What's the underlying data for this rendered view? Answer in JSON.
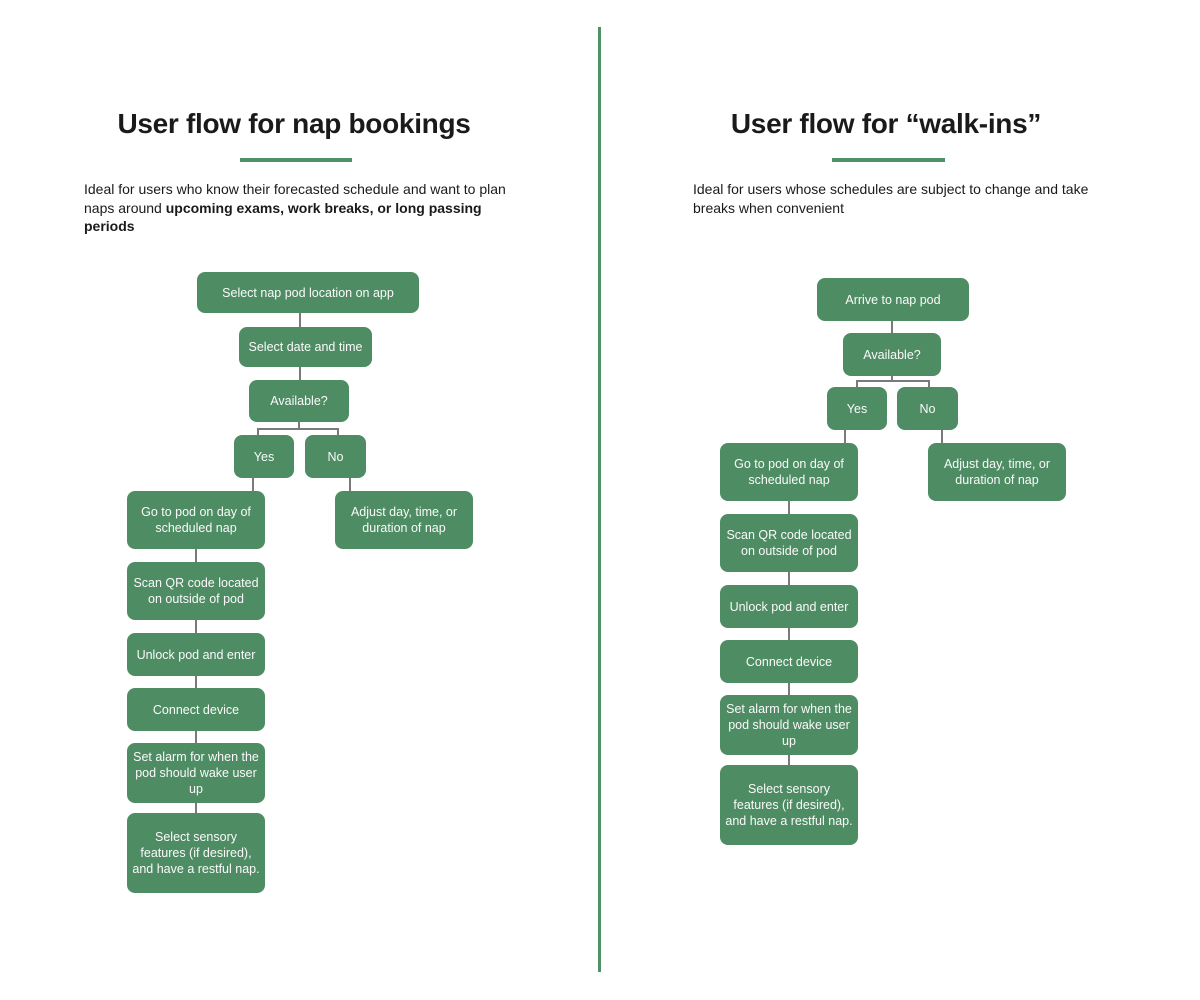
{
  "colors": {
    "node_green": "#4E8C63",
    "accent_green": "#4F9166",
    "connector_gray": "#7A7A7A",
    "node_text": "#FAFAFA",
    "heading_text": "#1A1A1A",
    "background": "#FFFFFF"
  },
  "left_flow": {
    "title": "User flow for nap bookings",
    "subtitle": {
      "normal": "Ideal for users who know their forecasted schedule and want to plan naps around ",
      "bold": "upcoming exams, work breaks, or long passing periods"
    },
    "nodes": [
      {
        "id": "select-location",
        "label": "Select nap pod location on app"
      },
      {
        "id": "select-datetime",
        "label": "Select date and time"
      },
      {
        "id": "available",
        "label": "Available?"
      },
      {
        "id": "yes",
        "label": "Yes"
      },
      {
        "id": "no",
        "label": "No"
      },
      {
        "id": "go-to-pod",
        "label": "Go to pod on day of scheduled nap"
      },
      {
        "id": "adjust",
        "label": "Adjust day, time, or duration of nap"
      },
      {
        "id": "scan-qr",
        "label": "Scan QR code located on outside of pod"
      },
      {
        "id": "unlock",
        "label": "Unlock pod and enter"
      },
      {
        "id": "connect",
        "label": "Connect device"
      },
      {
        "id": "set-alarm",
        "label": "Set alarm for when the pod should wake user up"
      },
      {
        "id": "sensory",
        "label": "Select sensory features (if desired), and have a restful nap."
      }
    ]
  },
  "right_flow": {
    "title": "User flow for “walk-ins”",
    "subtitle": {
      "normal": "Ideal for users whose schedules are subject to change and take breaks when convenient",
      "bold": ""
    },
    "nodes": [
      {
        "id": "arrive",
        "label": "Arrive to nap pod"
      },
      {
        "id": "available",
        "label": "Available?"
      },
      {
        "id": "yes",
        "label": "Yes"
      },
      {
        "id": "no",
        "label": "No"
      },
      {
        "id": "go-to-pod",
        "label": "Go to pod on day of scheduled nap"
      },
      {
        "id": "adjust",
        "label": "Adjust day, time, or duration of nap"
      },
      {
        "id": "scan-qr",
        "label": "Scan QR code located on outside of pod"
      },
      {
        "id": "unlock",
        "label": "Unlock pod and enter"
      },
      {
        "id": "connect",
        "label": "Connect device"
      },
      {
        "id": "set-alarm",
        "label": "Set alarm for when the pod should wake user up"
      },
      {
        "id": "sensory",
        "label": "Select sensory features (if desired), and have a restful nap."
      }
    ]
  }
}
